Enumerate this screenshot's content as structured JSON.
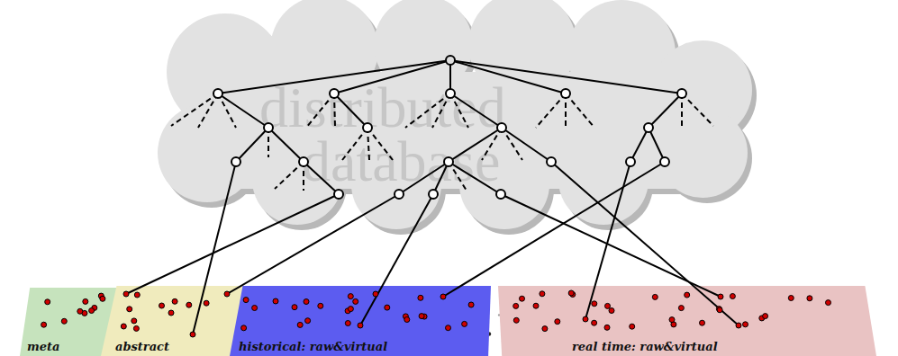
{
  "diagram": {
    "nodes": [
      {
        "text": [
          "meta"
        ]
      },
      {
        "text": [
          "abstract"
        ]
      },
      {
        "text": [
          "historical: raw&virtual"
        ]
      },
      {
        "text": [
          "real time: raw&virtual"
        ]
      }
    ],
    "labels": [
      "distributed",
      "database"
    ]
  }
}
